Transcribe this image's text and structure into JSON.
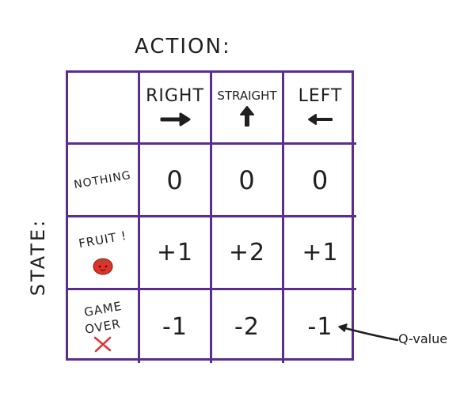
{
  "action_title": "ACTION:",
  "state_title": "STATE:",
  "columns": [
    {
      "label": "RIGHT",
      "arrow": "right"
    },
    {
      "label": "STRAIGHT",
      "arrow": "up"
    },
    {
      "label": "LEFT",
      "arrow": "left"
    }
  ],
  "rows": [
    {
      "label": "NOTHING",
      "icon": null,
      "values": [
        "0",
        "0",
        "0"
      ]
    },
    {
      "label": "FRUIT !",
      "icon": "tomato-icon",
      "values": [
        "+1",
        "+2",
        "+1"
      ]
    },
    {
      "label_line1": "GAME",
      "label_line2": "OVER",
      "icon": "red-x-icon",
      "values": [
        "-1",
        "-2",
        "-1"
      ]
    }
  ],
  "annotation": {
    "label": "Q-value"
  },
  "colors": {
    "grid": "#5a2d91",
    "ink": "#1f1f1f",
    "tomato": "#e0322b",
    "x_mark": "#e03030"
  }
}
